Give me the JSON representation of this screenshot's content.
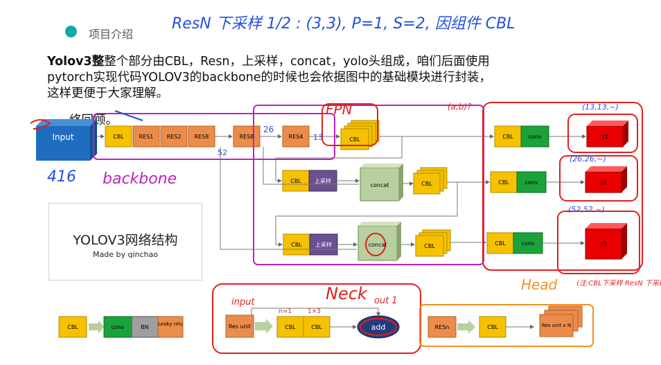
{
  "header": {
    "section_title": "项目介绍",
    "annot_title": "ResN 下采样 1/2 : (3,3), P=1, S=2, 因组件 CBL"
  },
  "intro": {
    "lead": "Yolov3整",
    "line1": "整个部分由CBL，Resn，上采样，concat，yolo头组成，咱们后面使用",
    "line2": "pytorch实现代码YOLOV3的backbone的时候也会依据图中的基础模块进行封装，",
    "line3": "这样更便于大家理解。",
    "line4": "络回顾。"
  },
  "diagram": {
    "input": "Input",
    "input_size": "416",
    "cbl": "CBL",
    "res1": "RES1",
    "res2": "RES2",
    "res8a": "RES8",
    "res8b": "RES8",
    "res4": "RES4",
    "conv": "conv",
    "concat": "concat",
    "upsample": "上采样",
    "y1": "y1",
    "y2": "y2",
    "y3": "y3",
    "num26": "26",
    "num13": "13",
    "num52": "52"
  },
  "annotations": {
    "backbone": "backbone",
    "fpn": "FPN",
    "neck": "Neck",
    "head": "Head",
    "s1": "(13,13,~)",
    "s2": "(26,26,~)",
    "s3": "(52,52,~)",
    "ch": "(a,b)?",
    "input_note": "input",
    "out_note": "out 1",
    "n1": "n=1",
    "n2": "1×3",
    "head_note": "(注:CBL下采样 ResN 下采样)"
  },
  "card": {
    "title": "YOLOV3网络结构",
    "subtitle": "Made by qinchao"
  },
  "legend": {
    "cbl": "CBL",
    "conv": "conv",
    "bn": "BN",
    "leaky": "Leaky relu",
    "res_unit": "Res unit",
    "cbl1": "CBL",
    "cbl2": "CBL",
    "add": "add",
    "resn": "RESn",
    "cbl3": "CBL",
    "res_unit_n": "Res unit x N"
  },
  "colors": {
    "cbl": "#f5c100",
    "res": "#ec8c4a",
    "conv": "#1aa33a",
    "upsample": "#6b4f91",
    "concat": "#b8cfa0",
    "y": "#e80000",
    "input": "#1e6dbe",
    "bn": "#9e9e9e",
    "add": "#243d7a",
    "annot_red": "#e02020",
    "annot_magenta": "#c020c0",
    "annot_blue": "#2050e0",
    "annot_orange": "#f39020",
    "bullet": "#12a8a8"
  }
}
